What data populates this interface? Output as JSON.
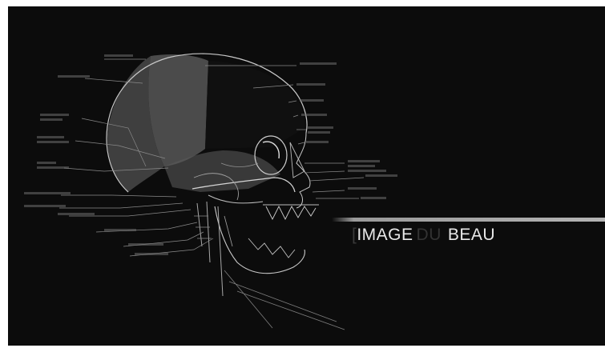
{
  "title": {
    "ghost_left": "[",
    "main": "IMAGE",
    "ghost_mid": "DU",
    "second": "BEAU"
  },
  "colors": {
    "background": "#0c0c0c",
    "page": "#ffffff",
    "title_text": "#e8e8e8",
    "stripe": "#b4b4b4",
    "skull_line": "#bdbdbd",
    "skull_fill": "#8a8a8a"
  },
  "illustration": {
    "subject": "skull-side-view-icon"
  }
}
